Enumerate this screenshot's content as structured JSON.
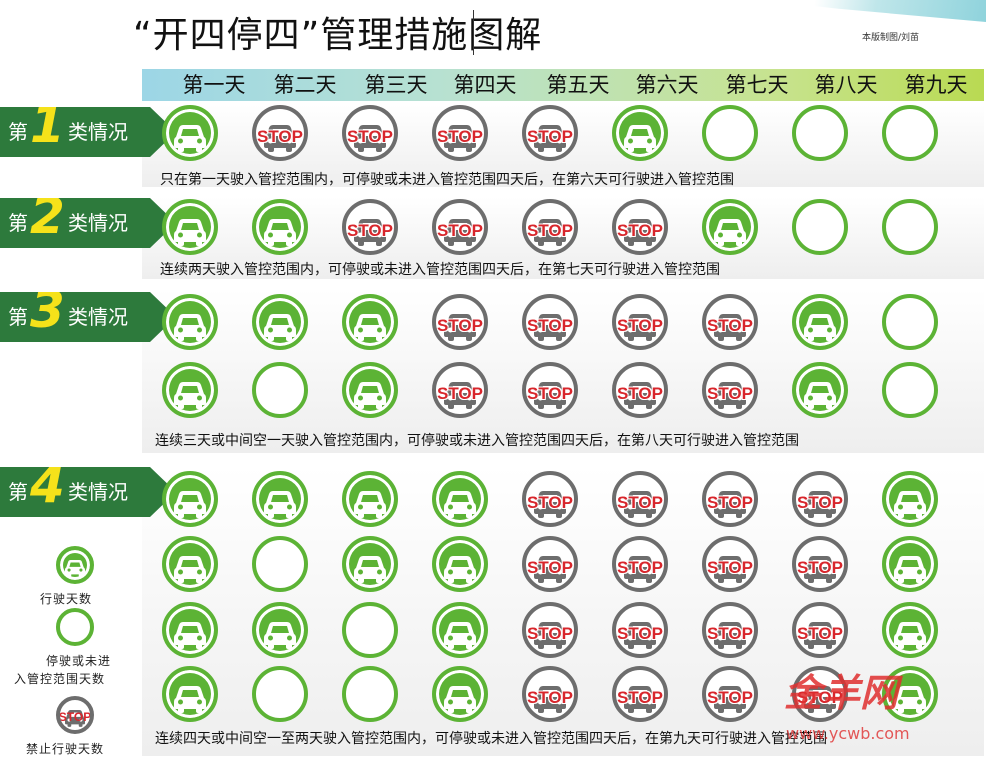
{
  "title": "“开四停四”管理措施图解",
  "credit": "本版制图/刘苗",
  "days": [
    "第一天",
    "第二天",
    "第三天",
    "第四天",
    "第五天",
    "第六天",
    "第七天",
    "第八天",
    "第九天"
  ],
  "stop_label": "STOP",
  "colors": {
    "green": "#5cb335",
    "arrow_green": "#2d7a3c",
    "number_yellow": "#f5e21a",
    "stop_red": "#d8262c",
    "stop_gray": "#6d6d6d"
  },
  "categories": [
    {
      "prefix": "第",
      "number": "1",
      "suffix": "类情况",
      "rows": [
        [
          "drive",
          "stop",
          "stop",
          "stop",
          "stop",
          "drive",
          "empty",
          "empty",
          "empty"
        ]
      ],
      "description": "只在第一天驶入管控范围内，可停驶或未进入管控范围四天后，在第六天可行驶进入管控范围"
    },
    {
      "prefix": "第",
      "number": "2",
      "suffix": "类情况",
      "rows": [
        [
          "drive",
          "drive",
          "stop",
          "stop",
          "stop",
          "stop",
          "drive",
          "empty",
          "empty"
        ]
      ],
      "description": "连续两天驶入管控范围内，可停驶或未进入管控范围四天后，在第七天可行驶进入管控范围"
    },
    {
      "prefix": "第",
      "number": "3",
      "suffix": "类情况",
      "rows": [
        [
          "drive",
          "drive",
          "drive",
          "stop",
          "stop",
          "stop",
          "stop",
          "drive",
          "empty"
        ],
        [
          "drive",
          "empty",
          "drive",
          "stop",
          "stop",
          "stop",
          "stop",
          "drive",
          "empty"
        ]
      ],
      "description": "连续三天或中间空一天驶入管控范围内，可停驶或未进入管控范围四天后，在第八天可行驶进入管控范围"
    },
    {
      "prefix": "第",
      "number": "4",
      "suffix": "类情况",
      "rows": [
        [
          "drive",
          "drive",
          "drive",
          "drive",
          "stop",
          "stop",
          "stop",
          "stop",
          "drive"
        ],
        [
          "drive",
          "empty",
          "drive",
          "drive",
          "stop",
          "stop",
          "stop",
          "stop",
          "drive"
        ],
        [
          "drive",
          "drive",
          "empty",
          "drive",
          "stop",
          "stop",
          "stop",
          "stop",
          "drive"
        ],
        [
          "drive",
          "empty",
          "empty",
          "drive",
          "stop",
          "stop",
          "stop",
          "stop",
          "drive"
        ]
      ],
      "description": "连续四天或中间空一至两天驶入管控范围内，可停驶或未进入管控范围四天后，在第九天可行驶进入管控范围"
    }
  ],
  "legend": {
    "drive_label": "行驶天数",
    "empty_label_line1": "停驶或未进",
    "empty_label_line2": "入管控范围天数",
    "stop_label": "禁止行驶天数"
  },
  "watermark": {
    "logo": "金羊网",
    "url": "www.ycwb.com"
  }
}
